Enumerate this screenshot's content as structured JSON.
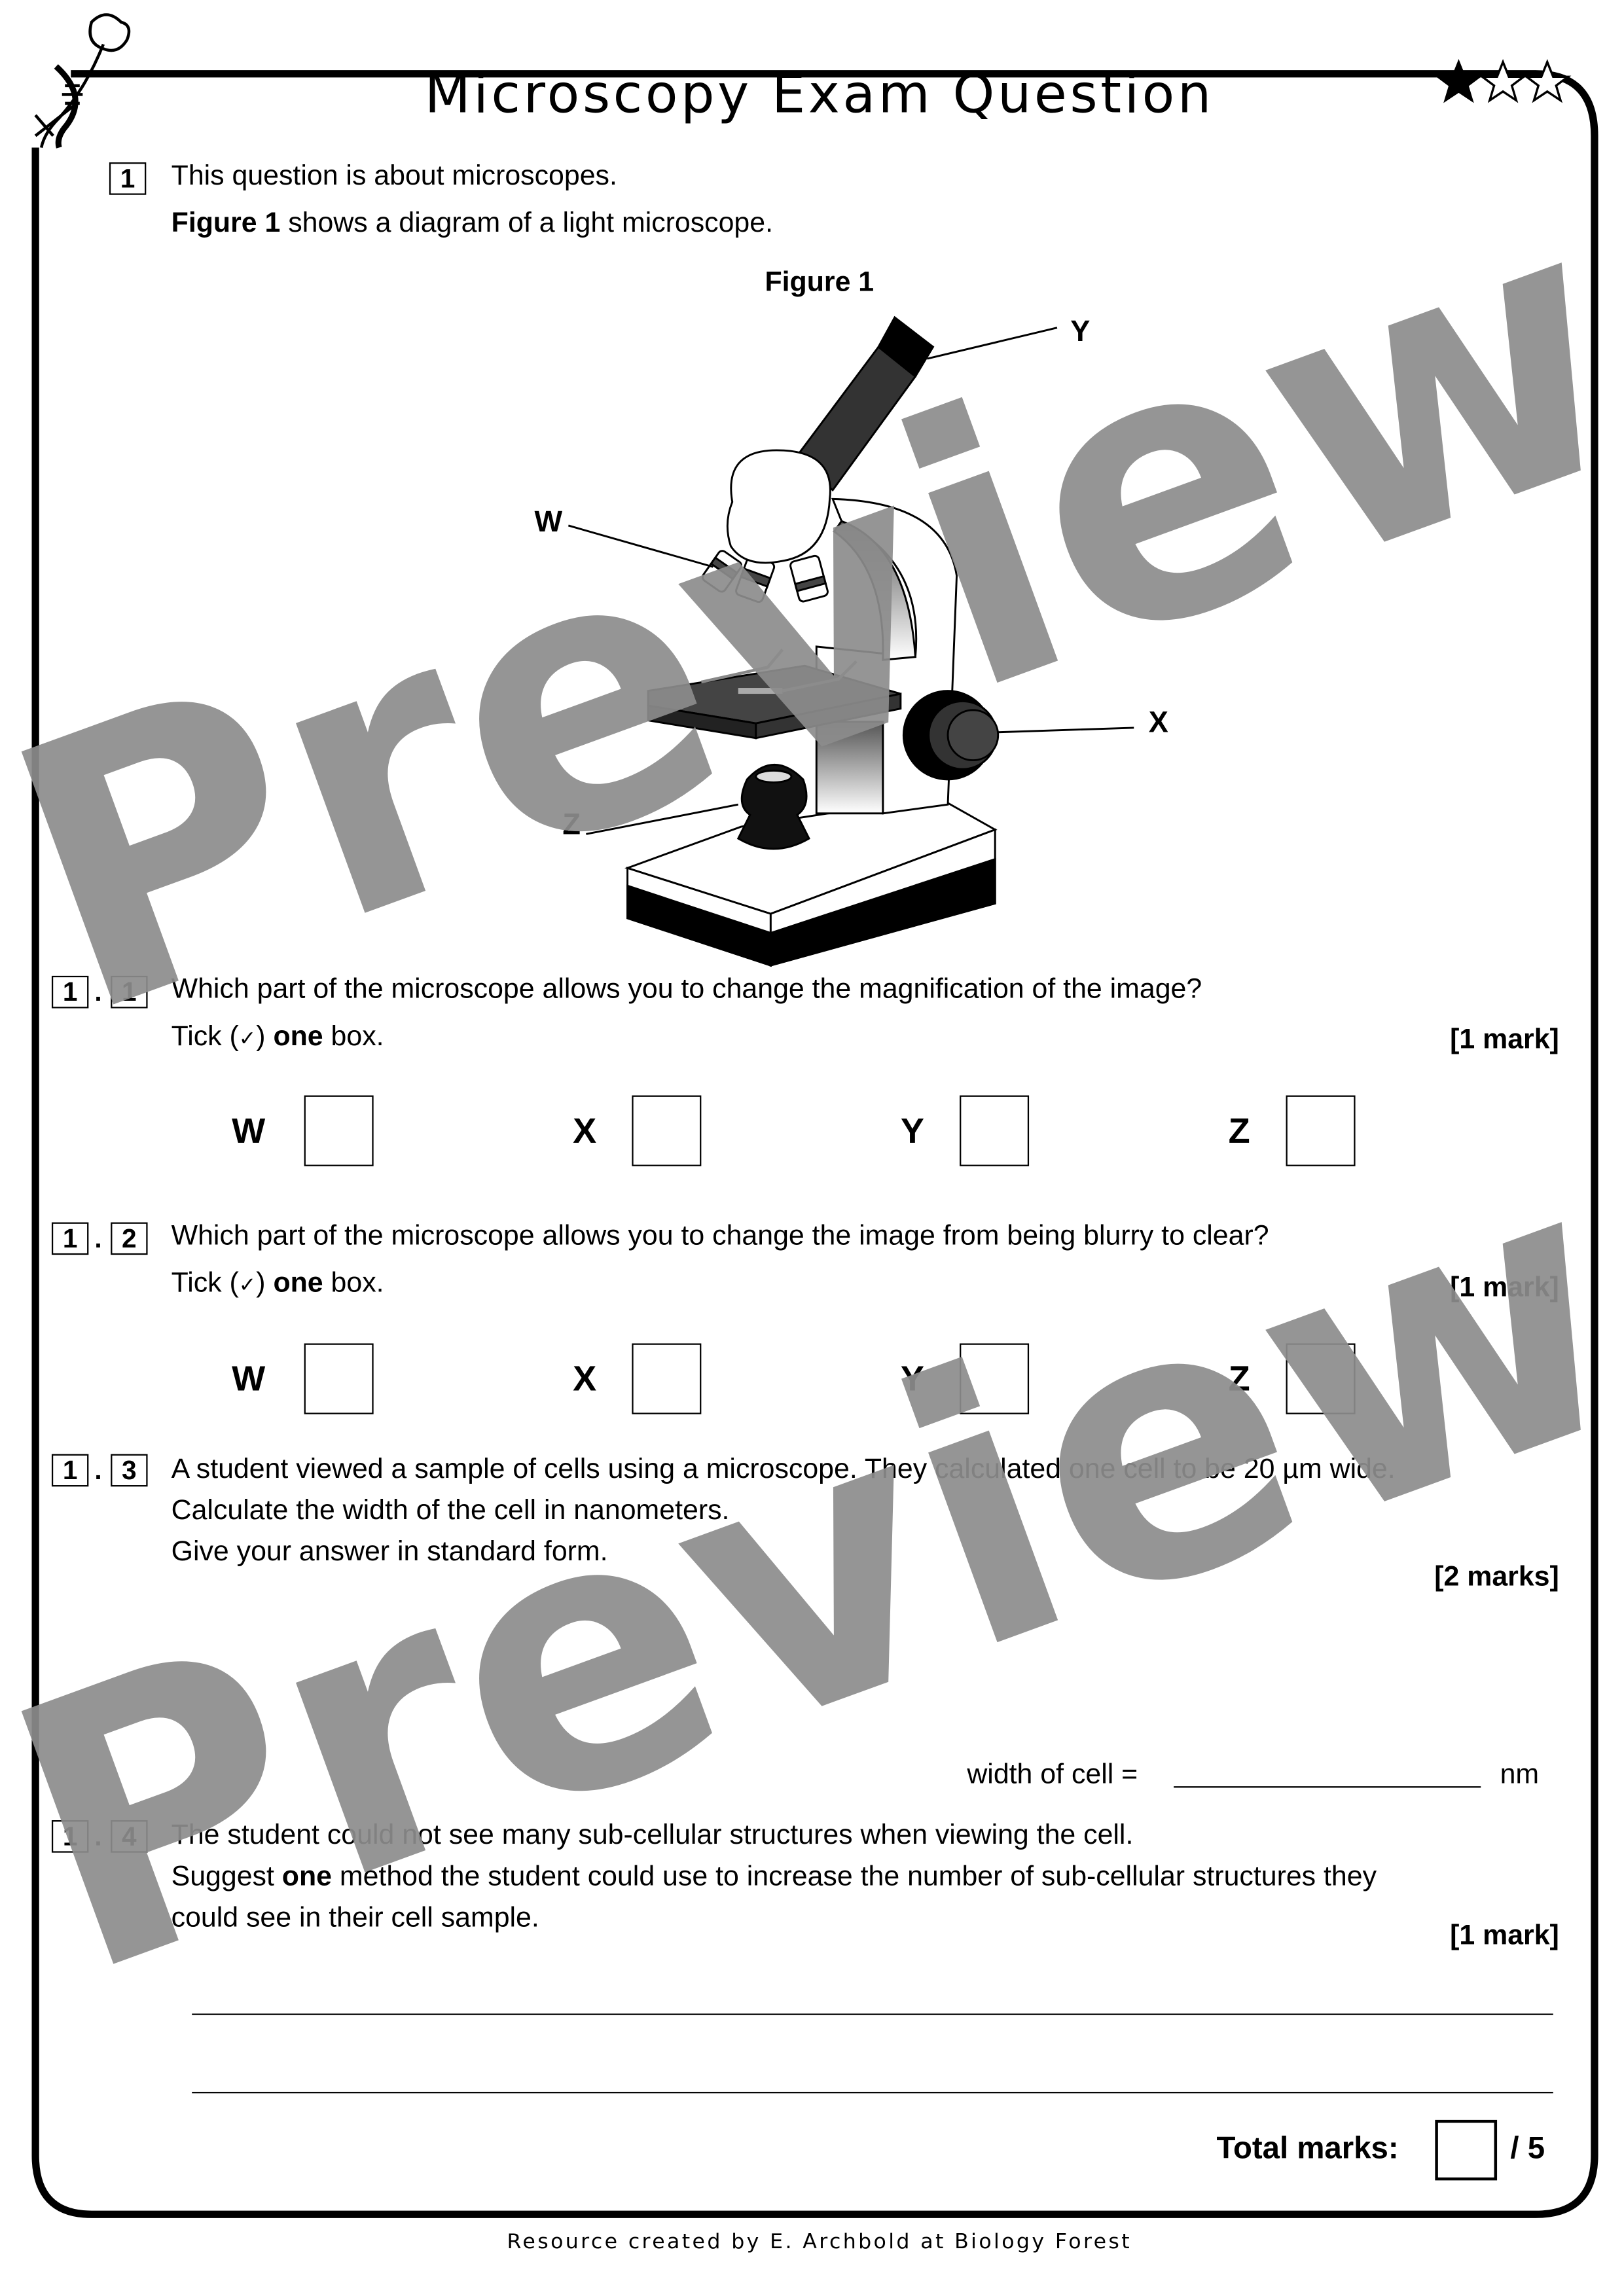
{
  "title": "Microscopy Exam Question",
  "difficulty": {
    "filled_stars": 1,
    "total_stars": 3
  },
  "question": {
    "number": "1",
    "intro": "This question is about microscopes.",
    "figure_ref_bold": "Figure 1",
    "figure_ref_rest": " shows a diagram of a light microscope.",
    "figure_title": "Figure 1",
    "labels": {
      "w": "W",
      "x": "X",
      "y": "Y",
      "z": "Z"
    }
  },
  "parts": [
    {
      "num_a": "1",
      "num_b": "1",
      "text": "Which part of the microscope allows you to change the magnification of the image?",
      "tick_pre": "Tick (",
      "tick_sym": "✓",
      "tick_mid": ") ",
      "tick_bold": "one",
      "tick_post": " box.",
      "marks": "[1 mark]",
      "options": [
        "W",
        "X",
        "Y",
        "Z"
      ]
    },
    {
      "num_a": "1",
      "num_b": "2",
      "text": "Which part of the microscope allows you to change the image from being blurry to clear?",
      "tick_pre": "Tick (",
      "tick_sym": "✓",
      "tick_mid": ") ",
      "tick_bold": "one",
      "tick_post": " box.",
      "marks": "[1 mark]",
      "options": [
        "W",
        "X",
        "Y",
        "Z"
      ]
    },
    {
      "num_a": "1",
      "num_b": "3",
      "lines": [
        "A student viewed a sample of cells using a microscope. They calculated one cell to be 20 µm wide.",
        "Calculate the width of the cell in nanometers.",
        "Give your answer in standard form."
      ],
      "marks": "[2 marks]",
      "answer_label": "width of cell =",
      "answer_unit": "nm",
      "answer_value": ""
    },
    {
      "num_a": "1",
      "num_b": "4",
      "line1": "The student could not see many sub-cellular structures when viewing the cell.",
      "line2_pre": "Suggest ",
      "line2_bold": "one",
      "line2_post": " method the student could use to increase the number of sub-cellular structures they",
      "line3": "could see in their cell sample.",
      "marks": "[1 mark]"
    }
  ],
  "total": {
    "label": "Total marks:",
    "value": "",
    "out_of": "/ 5"
  },
  "watermark": "Preview",
  "footer": "Resource created by E. Archbold at Biology Forest",
  "colors": {
    "ink": "#000000",
    "watermark": "#8c8c8c",
    "stage": "#3a3a3a"
  }
}
